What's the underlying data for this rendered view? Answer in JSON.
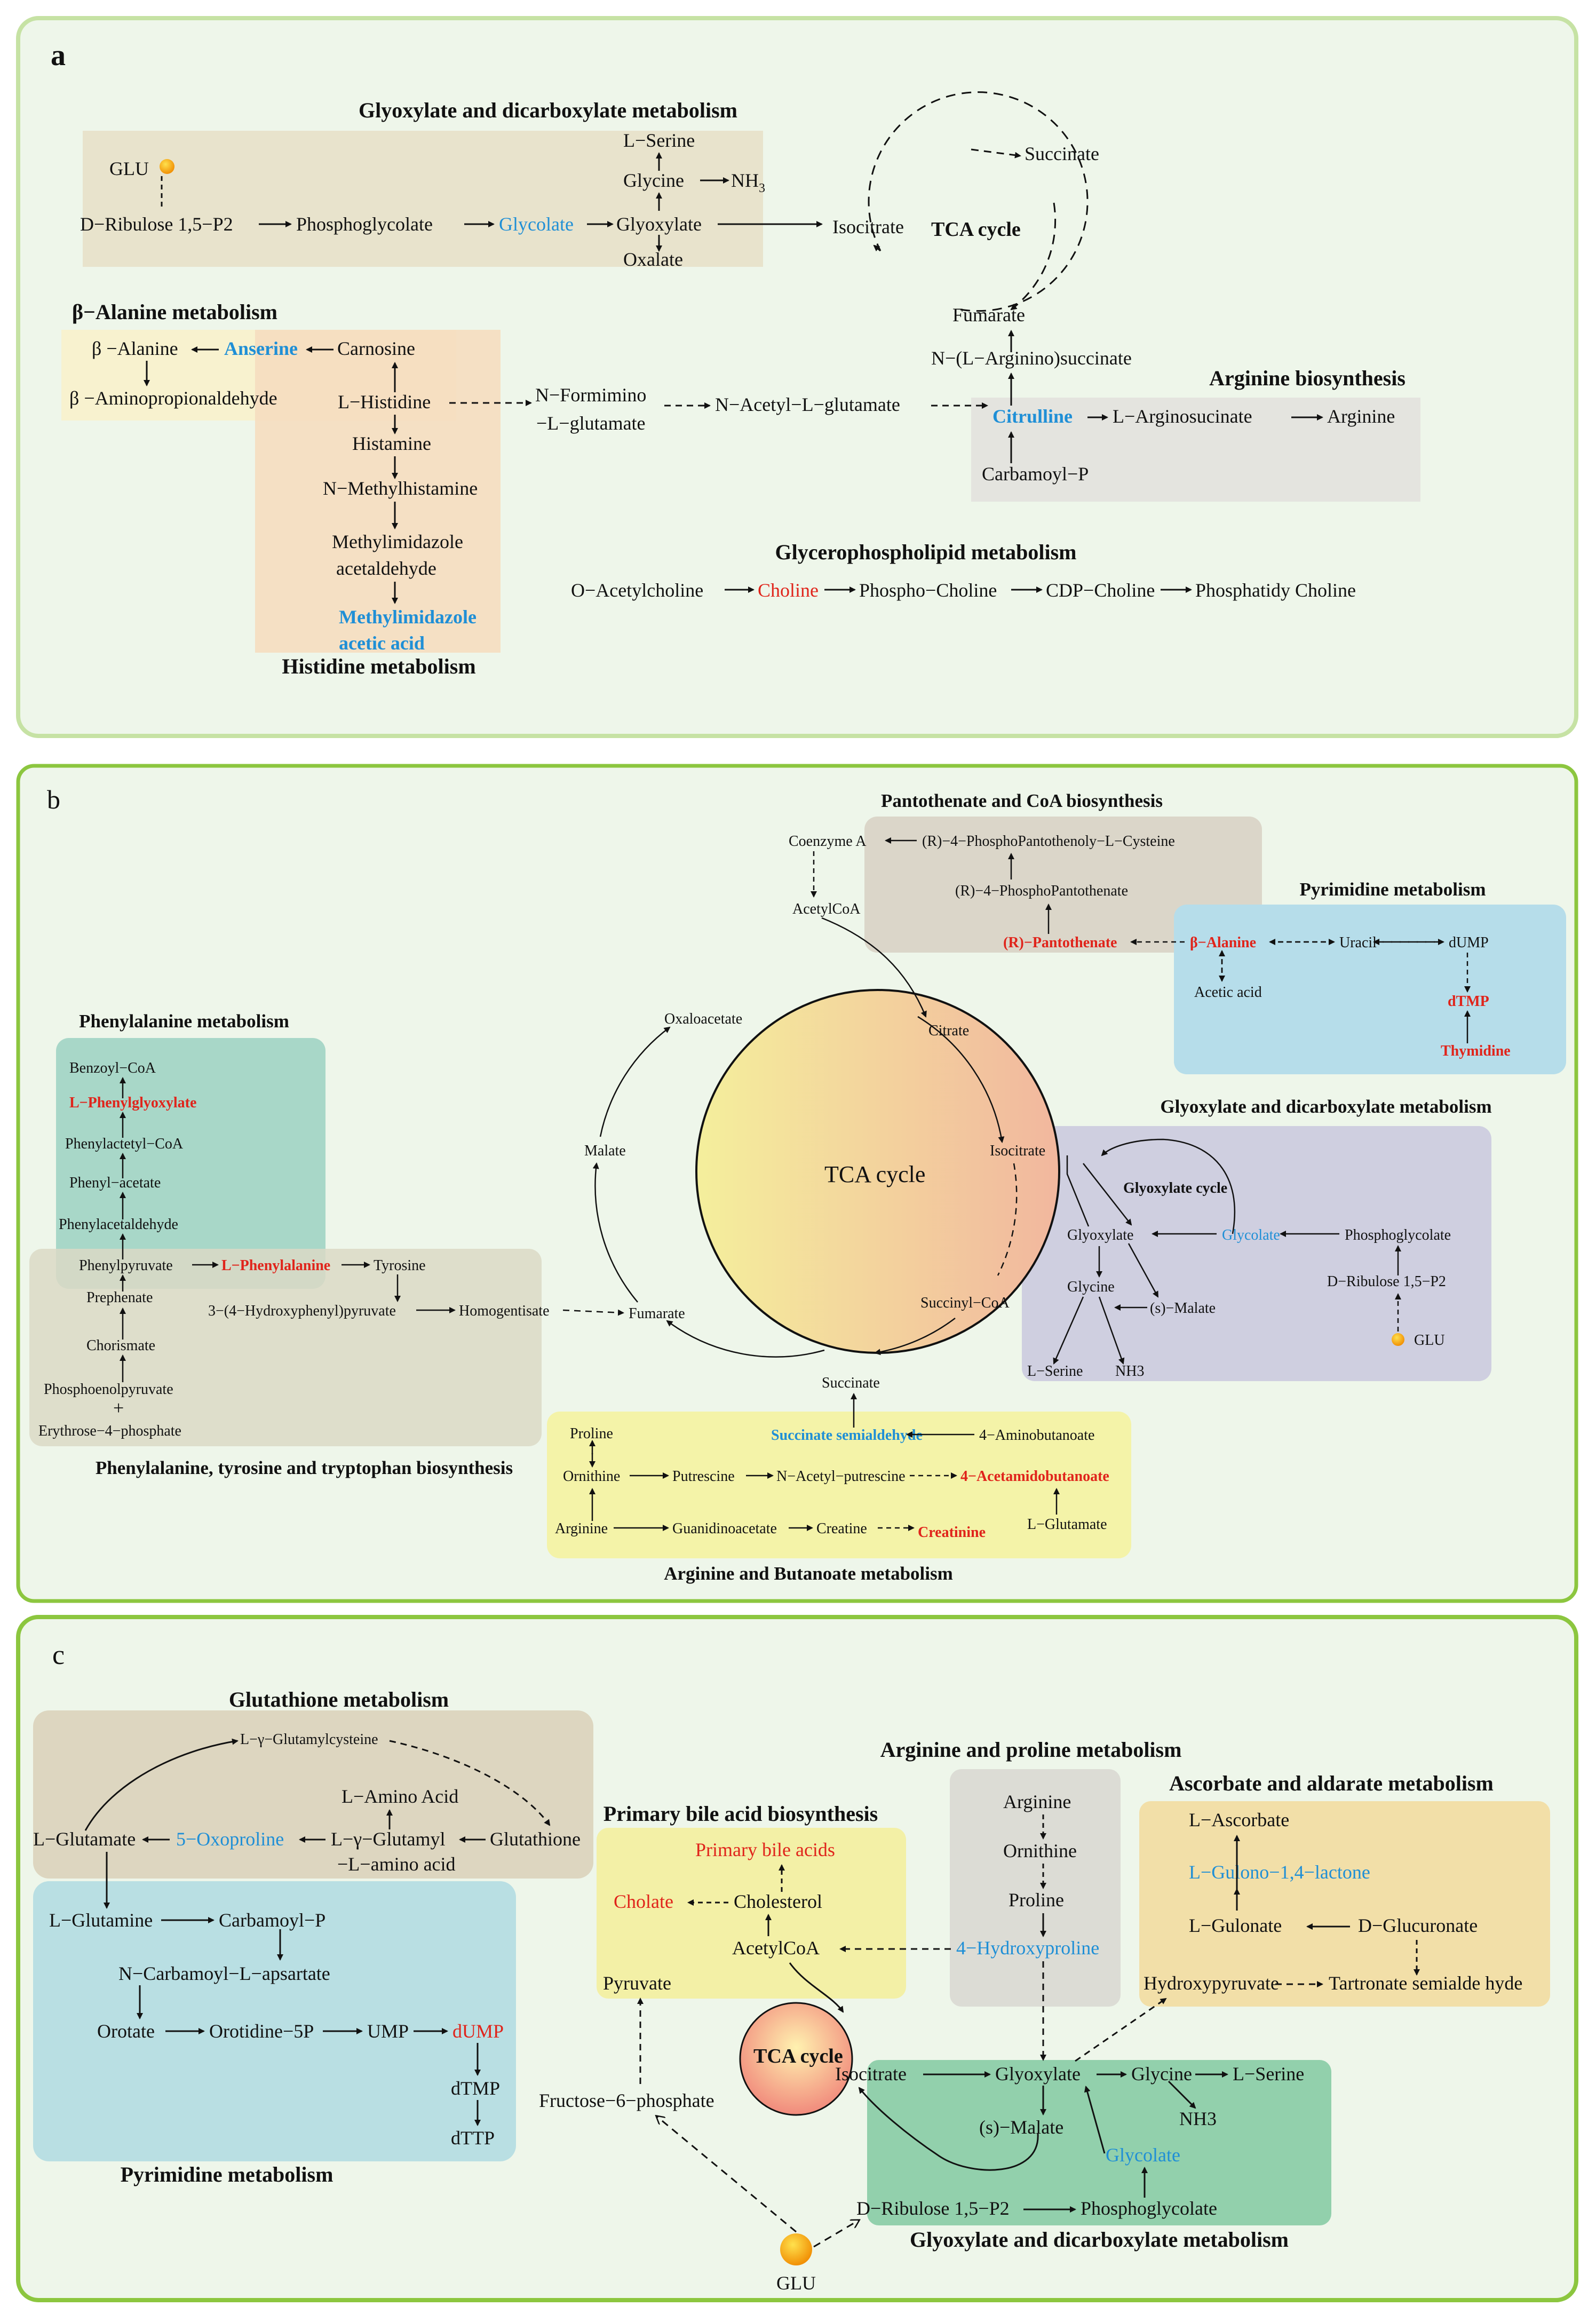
{
  "panels": {
    "a": {
      "letter": "a",
      "sections": {
        "glyoxylate": "Glyoxylate and dicarboxylate metabolism",
        "beta_alanine": "β−Alanine metabolism",
        "arginine": "Arginine biosynthesis",
        "glycerophospholipid": "Glycerophospholipid metabolism",
        "histidine": "Histidine metabolism"
      },
      "nodes": {
        "glu": "GLU",
        "ribulose": "D−Ribulose 1,5−P2",
        "phosphoglycolate": "Phosphoglycolate",
        "glycolate": "Glycolate",
        "glyoxylate": "Glyoxylate",
        "l_serine": "L−Serine",
        "glycine": "Glycine",
        "nh3": "NH",
        "nh3_sub": "3",
        "oxalate": "Oxalate",
        "isocitrate": "Isocitrate",
        "tca": "TCA cycle",
        "succinate": "Succinate",
        "fumarate": "Fumarate",
        "arginino_succinate": "N−(L−Arginino)succinate",
        "citrulline": "Citrulline",
        "l_argininosuccinate": "L−Arginosucinate",
        "arginine": "Arginine",
        "carbamoyl_p": "Carbamoyl−P",
        "beta_alanine": "β −Alanine",
        "anserine": "Anserine",
        "carnosine": "Carnosine",
        "beta_aminopropionaldehyde": "β −Aminopropionaldehyde",
        "l_histidine": "L−Histidine",
        "n_formimino": "N−Formimino",
        "l_glutamate": "−L−glutamate",
        "n_acetyl_glutamate": "N−Acetyl−L−glutamate",
        "histamine": "Histamine",
        "n_methylhistamine": "N−Methylhistamine",
        "methylimidazole_acet1": "Methylimidazole",
        "methylimidazole_acet2": "acetaldehyde",
        "methylimidazole_acid1": "Methylimidazole",
        "methylimidazole_acid2": "acetic acid",
        "o_acetylcholine": "O−Acetylcholine",
        "choline": "Choline",
        "phospho_choline": "Phospho−Choline",
        "cdp_choline": "CDP−Choline",
        "phosphatidy_choline": "Phosphatidy Choline"
      }
    },
    "b": {
      "letter": "b",
      "sections": {
        "pantothenate": "Pantothenate and CoA biosynthesis",
        "pyrimidine": "Pyrimidine metabolism",
        "phenylalanine": "Phenylalanine metabolism",
        "glyoxylate": "Glyoxylate and dicarboxylate metabolism",
        "phe_tyr_trp": "Phenylalanine, tyrosine and tryptophan biosynthesis",
        "arg_butanoate": "Arginine and Butanoate metabolism"
      },
      "nodes": {
        "coenzyme_a": "Coenzyme A",
        "phosphopantothenoyl_cys": "(R)−4−PhosphoPantothenoly−L−Cysteine",
        "phosphopantothenate": "(R)−4−PhosphoPantothenate",
        "pantothenate": "(R)−Pantothenate",
        "acetylcoa": "AcetylCoA",
        "beta_alanine": "β−Alanine",
        "uracil": "Uracil",
        "dump": "dUMP",
        "acetic_acid": "Acetic acid",
        "dtmp": "dTMP",
        "thymidine": "Thymidine",
        "oxaloacetate": "Oxaloacetate",
        "citrate": "Citrate",
        "malate": "Malate",
        "isocitrate": "Isocitrate",
        "tca": "TCA cycle",
        "fumarate": "Fumarate",
        "succinyl_coa": "Succinyl−CoA",
        "succinate": "Succinate",
        "benzoyl_coa": "Benzoyl−CoA",
        "l_phenylglyoxylate": "L−Phenylglyoxylate",
        "phenylactetyl_coa": "Phenylactetyl−CoA",
        "phenyl_acetate": "Phenyl−acetate",
        "phenylacetaldehyde": "Phenylacetaldehyde",
        "phenylpyruvate": "Phenylpyruvate",
        "l_phenylalanine": "L−Phenylalanine",
        "tyrosine": "Tyrosine",
        "prephenate": "Prephenate",
        "hydroxyphenylpyruvate": "3−(4−Hydroxyphenyl)pyruvate",
        "homogentisate": "Homogentisate",
        "chorismate": "Chorismate",
        "phosphoenolpyruvate": "Phosphoenolpyruvate",
        "plus": "+",
        "erythrose": "Erythrose−4−phosphate",
        "glyoxylate_cycle": "Glyoxylate cycle",
        "glyoxylate": "Glyoxylate",
        "glycolate": "Glycolate",
        "phosphoglycolate": "Phosphoglycolate",
        "glycine": "Glycine",
        "s_malate": "(s)−Malate",
        "ribulose": "D−Ribulose 1,5−P2",
        "l_serine": "L−Serine",
        "nh3": "NH3",
        "glu": "GLU",
        "proline": "Proline",
        "succinate_semialdehyde": "Succinate semialdehyde",
        "aminobutanoate": "4−Aminobutanoate",
        "ornithine": "Ornithine",
        "putrescine": "Putrescine",
        "n_acetyl_putrescine": "N−Acetyl−putrescine",
        "acetamidobutanoate": "4−Acetamidobutanoate",
        "arginine": "Arginine",
        "guanidinoacetate": "Guanidinoacetate",
        "creatine": "Creatine",
        "creatinine": "Creatinine",
        "l_glutamate": "L−Glutamate"
      }
    },
    "c": {
      "letter": "c",
      "sections": {
        "glutathione": "Glutathione metabolism",
        "arg_proline": "Arginine and proline metabolism",
        "bile_acid": "Primary bile acid biosynthesis",
        "ascorbate": "Ascorbate and aldarate metabolism",
        "pyrimidine": "Pyrimidine metabolism",
        "glyoxylate": "Glyoxylate and dicarboxylate metabolism"
      },
      "nodes": {
        "glutamylcysteine": "L−γ−Glutamylcysteine",
        "l_amino_acid": "L−Amino Acid",
        "l_glutamate": "L−Glutamate",
        "oxoproline": "5−Oxoproline",
        "glutamyl_amino1": "L−γ−Glutamyl",
        "glutamyl_amino2": "−L−amino acid",
        "glutathione": "Glutathione",
        "l_glutamine": "L−Glutamine",
        "carbamoyl_p": "Carbamoyl−P",
        "n_carbamoyl_aspartate": "N−Carbamoyl−L−apsartate",
        "orotate": "Orotate",
        "orotidine": "Orotidine−5P",
        "ump": "UMP",
        "dump": "dUMP",
        "dtmp": "dTMP",
        "dttp": "dTTP",
        "arginine": "Arginine",
        "ornithine": "Ornithine",
        "proline": "Proline",
        "hydroxyproline": "4−Hydroxyproline",
        "primary_bile_acids": "Primary bile acids",
        "cholate": "Cholate",
        "cholesterol": "Cholesterol",
        "acetylcoa": "AcetylCoA",
        "pyruvate": "Pyruvate",
        "l_ascorbate": "L−Ascorbate",
        "gulono_lactone": "L−Gulono−1,4−lactone",
        "l_gulonate": "L−Gulonate",
        "d_glucuronate": "D−Glucuronate",
        "hydroxypyruvate": "Hydroxypyruvate",
        "tartronate": "Tartronate semialde hyde",
        "tca": "TCA cycle",
        "isocitrate": "Isocitrate",
        "glyoxylate": "Glyoxylate",
        "glycine": "Glycine",
        "l_serine": "L−Serine",
        "nh3": "NH3",
        "s_malate": "(s)−Malate",
        "glycolate": "Glycolate",
        "fructose_6p": "Fructose−6−phosphate",
        "ribulose": "D−Ribulose 1,5−P2",
        "phosphoglycolate": "Phosphoglycolate",
        "glu": "GLU"
      }
    }
  },
  "colors": {
    "highlight_blue": "#1f8fd6",
    "highlight_red": "#e0241b",
    "panel_border": "#8cc63f",
    "panel_border_light": "#c6e2a4",
    "panel_fill": "#eef6ea"
  }
}
